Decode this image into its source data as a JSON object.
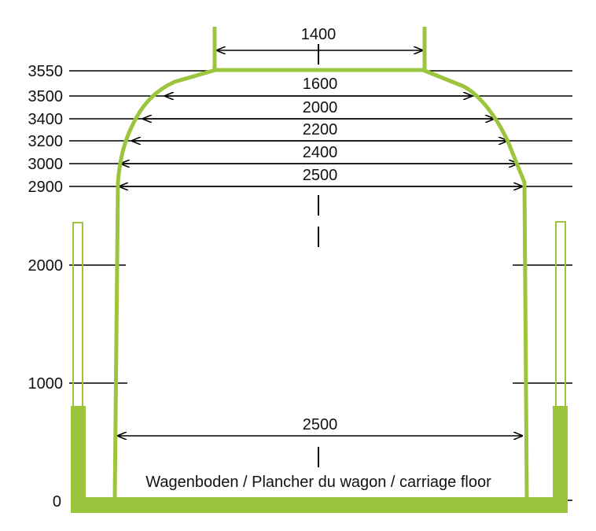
{
  "colors": {
    "profile": "#9bc53d",
    "line": "#000000",
    "background": "#ffffff"
  },
  "levels": [
    {
      "id": "l3550",
      "label": "3550"
    },
    {
      "id": "l3500",
      "label": "3500"
    },
    {
      "id": "l3400",
      "label": "3400"
    },
    {
      "id": "l3200",
      "label": "3200"
    },
    {
      "id": "l3000",
      "label": "3000"
    },
    {
      "id": "l2900",
      "label": "2900"
    },
    {
      "id": "l2000",
      "label": "2000"
    },
    {
      "id": "l1000",
      "label": "1000"
    },
    {
      "id": "l0",
      "label": "0"
    }
  ],
  "widths": [
    {
      "id": "w1400",
      "label": "1400"
    },
    {
      "id": "w1600",
      "label": "1600"
    },
    {
      "id": "w2000",
      "label": "2000"
    },
    {
      "id": "w2200",
      "label": "2200"
    },
    {
      "id": "w2400",
      "label": "2400"
    },
    {
      "id": "w2500top",
      "label": "2500"
    },
    {
      "id": "w2500bottom",
      "label": "2500"
    }
  ],
  "floor_label": "Wagenboden / Plancher du wagon / carriage floor"
}
